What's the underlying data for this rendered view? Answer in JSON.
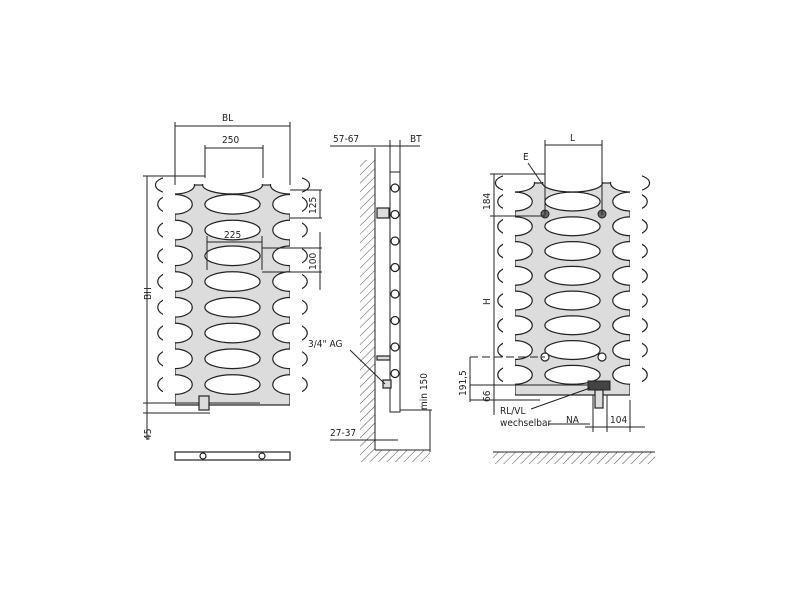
{
  "front_view": {
    "width_label": "BL",
    "spacing_label": "250",
    "row_pitch_label": "125",
    "oval_width_label": "225",
    "oval_gap_label": "100",
    "height_label": "BH",
    "bottom_label": "45"
  },
  "side_view": {
    "wall_distance_label": "57-67",
    "depth_label": "BT",
    "connection_label": "3/4\" AG",
    "min_floor_label": "min 150",
    "bottom_offset_label": "27-37"
  },
  "mounting_view": {
    "bracket_spacing_label": "L",
    "bracket_label": "E",
    "top_offset_label": "184",
    "bracket_height_label": "H",
    "connection_height_label": "191,5",
    "bottom_offset_label": "66",
    "connection_label": "RL/VL",
    "connection_note": "wechselbar",
    "hub_label": "NA",
    "side_offset_label": "104"
  },
  "colors": {
    "radiator_fill": "#dcdcdc",
    "line": "#222222"
  }
}
